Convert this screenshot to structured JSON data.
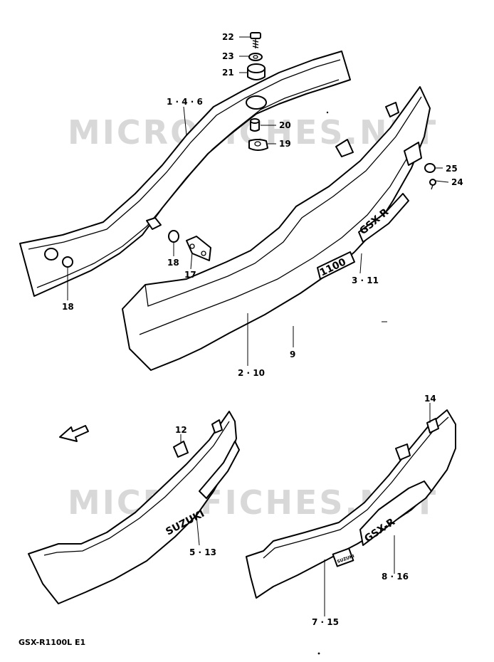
{
  "watermark": "MICROFICHES.NET",
  "model_code": "GSX-R1100L E1",
  "labels": {
    "l22": "22",
    "l23": "23",
    "l21": "21",
    "l146": "1 · 4 · 6",
    "l20": "20",
    "l19": "19",
    "l25": "25",
    "l24": "24",
    "l18a": "18",
    "l17": "17",
    "l18b": "18",
    "l311": "3 · 11",
    "l9": "9",
    "l210": "2 · 10",
    "l12": "12",
    "l14": "14",
    "l513": "5 · 13",
    "l816": "8 · 16",
    "l715": "7 · 15"
  },
  "emblems": {
    "top_number": "1100",
    "top_logo": "GSX-R",
    "left_logo": "SUZUKI",
    "right_logo": "GSX-R",
    "right_badge": "SUZUKI"
  }
}
